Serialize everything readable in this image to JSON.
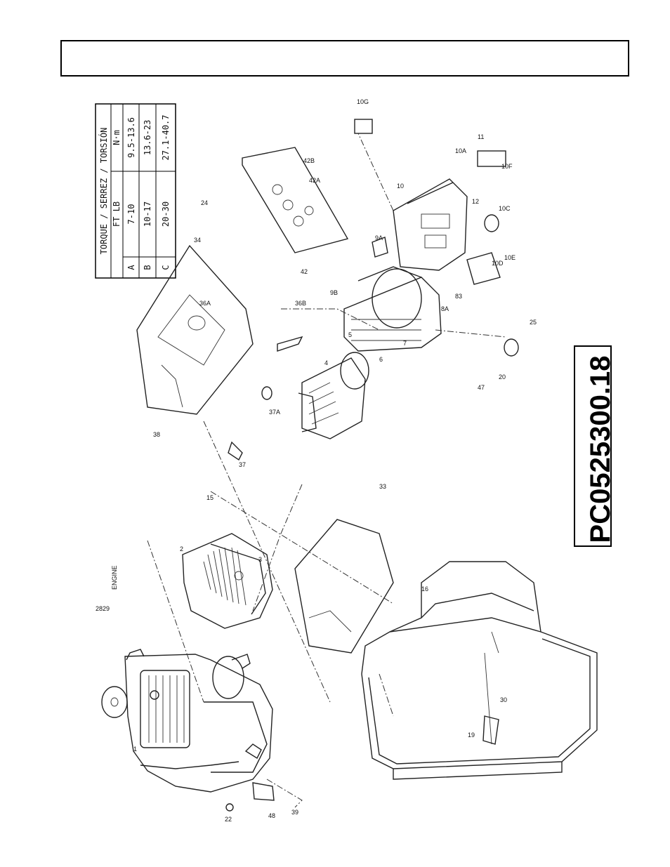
{
  "header": {
    "title": ""
  },
  "torque_table": {
    "title": "TORQUE / SERREZ / TORSIÓN",
    "col_ftlb": "FT LB",
    "col_nm": "N·m",
    "rows": [
      {
        "mark": "A",
        "ftlb": "7-10",
        "nm": "9.5-13.6"
      },
      {
        "mark": "B",
        "ftlb": "10-17",
        "nm": "13.6-23"
      },
      {
        "mark": "C",
        "ftlb": "20-30",
        "nm": "27.1-40.7"
      }
    ]
  },
  "document_code": "PC0525300.18",
  "parts": {
    "engine_label": "ENGINE",
    "p1": "1",
    "p2": "2",
    "p3": "3",
    "p4": "4",
    "p5": "5",
    "p6": "6",
    "p7": "7",
    "p9a": "9A",
    "p9b": "9B",
    "p10": "10",
    "p10a": "10A",
    "p10c": "10C",
    "p10d": "10D",
    "p10e": "10E",
    "p10f": "10F",
    "p10g": "10G",
    "p11": "11",
    "p12": "12",
    "p15": "15",
    "p16": "16",
    "p19": "19",
    "p20": "20",
    "p22": "22",
    "p24": "24",
    "p25": "25",
    "p28": "28",
    "p29": "29",
    "p30": "30",
    "p33": "33",
    "p34": "34",
    "p36a": "36A",
    "p36b": "36B",
    "p37": "37",
    "p37a": "37A",
    "p38": "38",
    "p39": "39",
    "p42": "42",
    "p42a": "42A",
    "p42b": "42B",
    "p47": "47",
    "p48": "48",
    "p8a": "8A",
    "p83": "83"
  }
}
